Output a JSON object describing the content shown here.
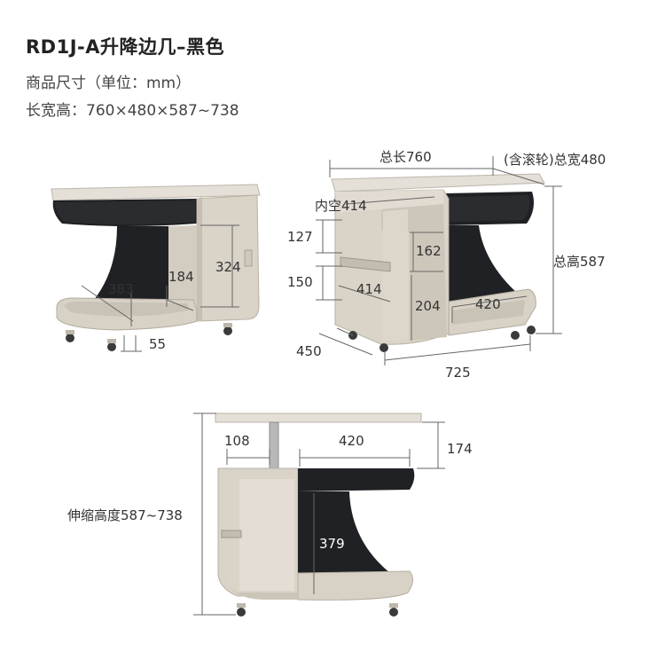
{
  "header": {
    "title": "RD1J-A升降边几–黑色",
    "unit_line": "商品尺寸（单位：mm）",
    "size_line": "长宽高：760×480×587~738"
  },
  "diagram_left": {
    "d_383": "383",
    "d_184": "184",
    "d_324": "324",
    "d_55": "55"
  },
  "diagram_right": {
    "total_length": "总长760",
    "total_width": "(含滚轮)总宽480",
    "inner_space": "内空414",
    "d_127": "127",
    "d_162": "162",
    "total_height": "总高587",
    "d_150": "150",
    "d_414": "414",
    "d_204": "204",
    "d_420": "420",
    "d_450": "450",
    "d_725": "725"
  },
  "diagram_bottom": {
    "d_108": "108",
    "d_420": "420",
    "d_174": "174",
    "stretch_height": "伸缩高度587~738",
    "d_379": "379"
  },
  "colors": {
    "cream": "#dcd6cc",
    "cream_dark": "#c9c2b6",
    "black": "#1d1f22",
    "top": "#e2ddd5"
  }
}
